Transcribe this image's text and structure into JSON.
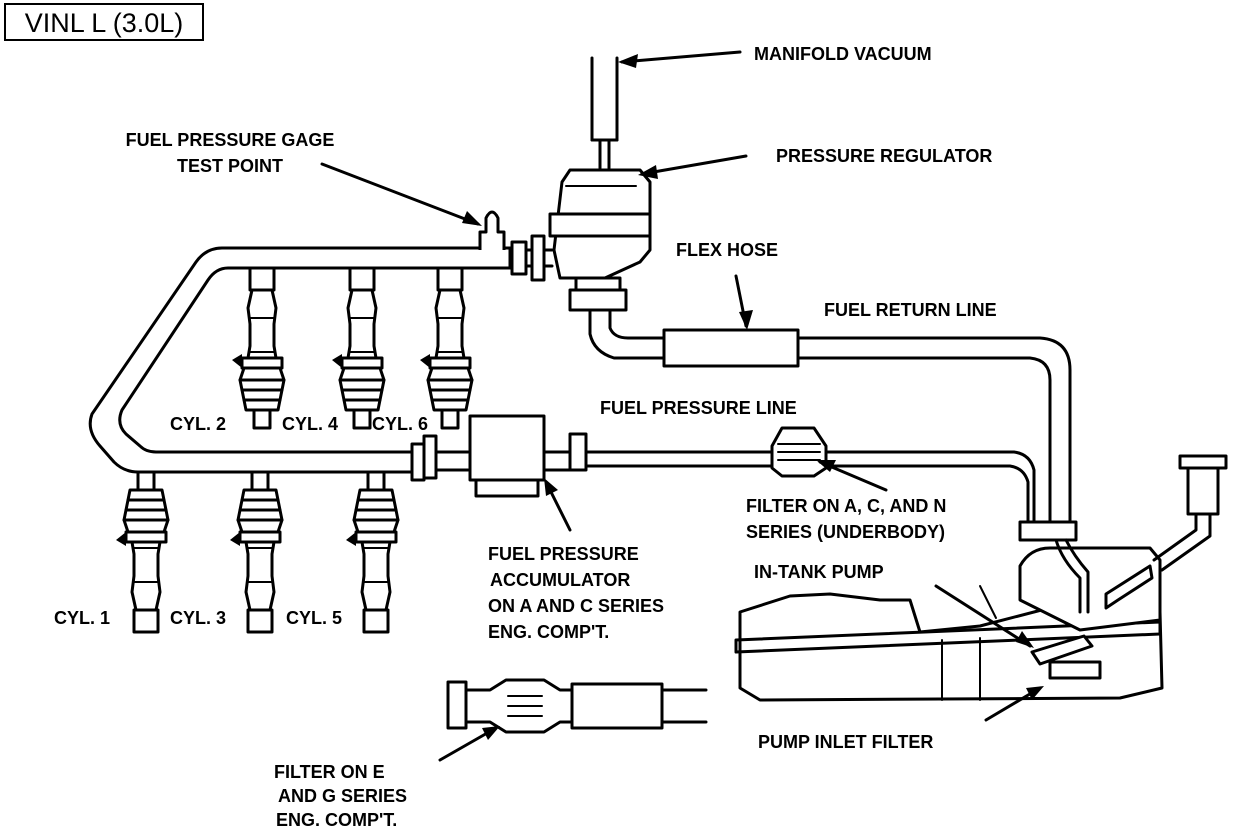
{
  "title": "VINL L (3.0L)",
  "labels": {
    "manifold_vacuum": "MANIFOLD  VACUUM",
    "pressure_regulator": "PRESSURE REGULATOR",
    "gage_test_point_1": "FUEL PRESSURE GAGE",
    "gage_test_point_2": "TEST POINT",
    "flex_hose": "FLEX HOSE",
    "fuel_return_line": "FUEL RETURN LINE",
    "fuel_pressure_line": "FUEL PRESSURE LINE",
    "cyl_1": "CYL. 1",
    "cyl_2": "CYL. 2",
    "cyl_3": "CYL. 3",
    "cyl_4": "CYL. 4",
    "cyl_5": "CYL. 5",
    "cyl_6": "CYL. 6",
    "accumulator_1": "FUEL PRESSURE",
    "accumulator_2": "ACCUMULATOR",
    "accumulator_3": "ON A AND C SERIES",
    "accumulator_4": "ENG. COMP'T.",
    "filter_acn_1": "FILTER ON A, C, AND N",
    "filter_acn_2": "SERIES (UNDERBODY)",
    "in_tank_pump": "IN-TANK  PUMP",
    "pump_inlet_filter": "PUMP INLET FILTER",
    "filter_eg_1": "FILTER ON E",
    "filter_eg_2": "AND G SERIES",
    "filter_eg_3": "ENG. COMP'T."
  }
}
